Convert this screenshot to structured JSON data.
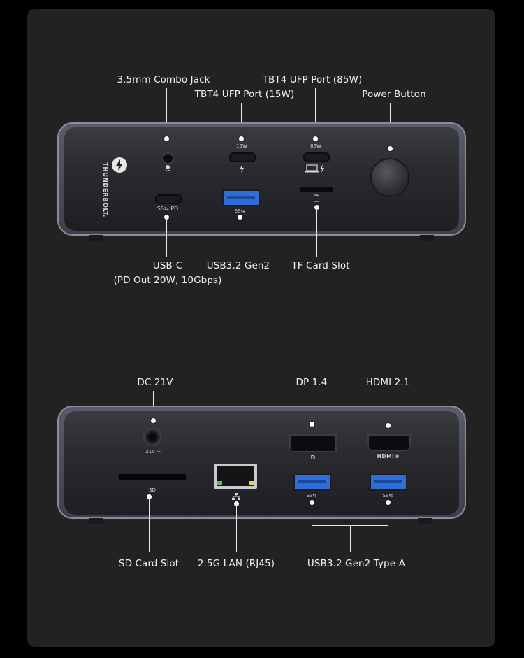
{
  "top_labels": {
    "combo_jack": "3.5mm Combo Jack",
    "tbt4_85w": "TBT4 UFP Port (85W)",
    "tbt4_15w": "TBT4 UFP Port (15W)",
    "power_button": "Power Button",
    "usb_c_line1": "USB-C",
    "usb_c_line2": "(PD Out 20W, 10Gbps)",
    "usb32_gen2": "USB3.2 Gen2",
    "tf_slot": "TF Card Slot"
  },
  "front_markings": {
    "brand": "THUNDERBOLT.",
    "port_15w": "15W",
    "port_85w": "85W",
    "usbc_mark": "SS⇆ PD",
    "usba_mark": "SS⇆"
  },
  "bottom_labels": {
    "dc": "DC 21V",
    "dp": "DP 1.4",
    "hdmi": "HDMI 2.1",
    "sd_slot": "SD Card Slot",
    "lan": "2.5G LAN (RJ45)",
    "usb_type_a": "USB3.2 Gen2 Type-A"
  },
  "rear_markings": {
    "dc_mark": "21V ⎓",
    "sd_mark": "SD",
    "dp_mark": "D",
    "hdmi_mark": "HDMI®",
    "usba_mark": "SS⇆"
  },
  "colors": {
    "background": "#000000",
    "panel": "#222223",
    "usb_blue": "#2d6ed8"
  }
}
